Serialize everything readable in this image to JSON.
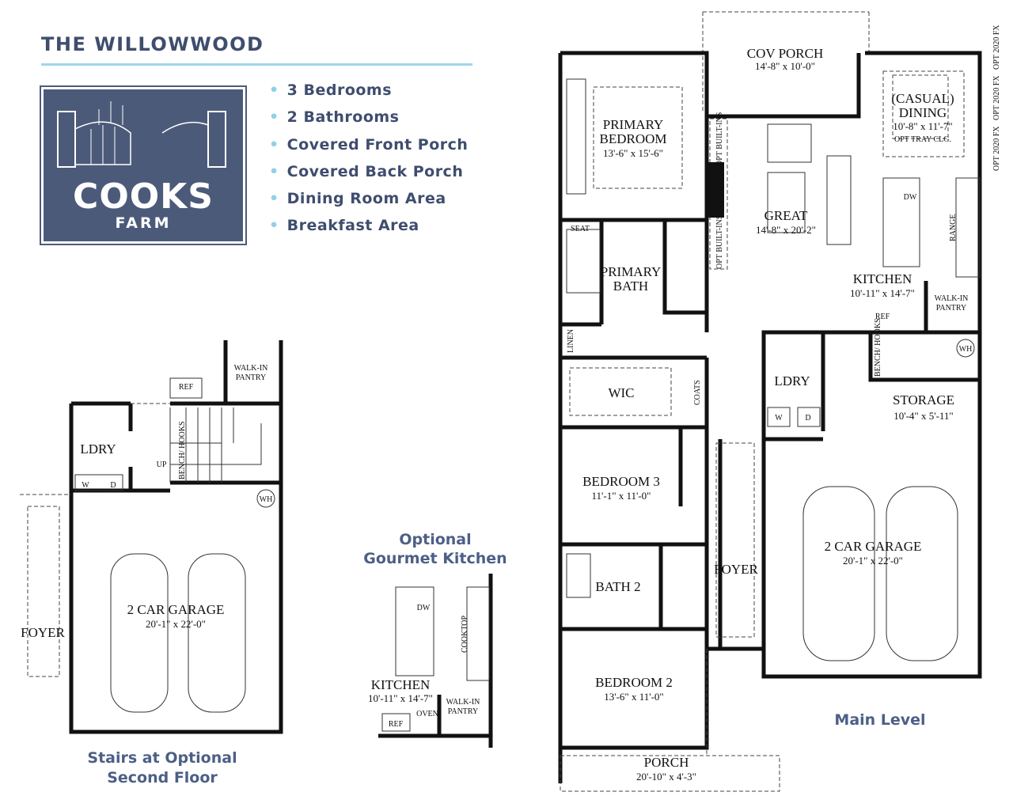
{
  "header": {
    "title": "THE WILLOWWOOD"
  },
  "logo": {
    "line1": "COOKS",
    "line2": "FARM"
  },
  "features": [
    "3 Bedrooms",
    "2 Bathrooms",
    "Covered Front Porch",
    "Covered Back Porch",
    "Dining Room Area",
    "Breakfast Area"
  ],
  "colors": {
    "navy": "#3f4d6e",
    "accent": "#8fd0ea",
    "logo_bg": "#4c5a7a"
  },
  "main_level": {
    "caption": "Main Level",
    "cov_porch": {
      "name": "COV PORCH",
      "dims": "14'-8\" x 10'-0\""
    },
    "primary_bedroom": {
      "name1": "PRIMARY",
      "name2": "BEDROOM",
      "dims": "13'-6\" x 15'-6\""
    },
    "casual_dining": {
      "name1": "(CASUAL)",
      "name2": "DINING",
      "dims": "10'-8\" x 11'-7\"",
      "note": "OPT TRAY CLG."
    },
    "opt_builtins": "OPT BUILT-INS",
    "opt_window": "OPT 2020 FX",
    "great": {
      "name": "GREAT",
      "dims": "14'-8\" x 20'-2\""
    },
    "primary_bath": {
      "name1": "PRIMARY",
      "name2": "BATH",
      "seat": "SEAT"
    },
    "kitchen": {
      "name": "KITCHEN",
      "dims": "10'-11\" x 14'-7\"",
      "dw": "DW",
      "range": "RANGE",
      "ref": "REF"
    },
    "walkin_pantry": {
      "name1": "WALK-IN",
      "name2": "PANTRY"
    },
    "linen": "LINEN",
    "wic": "WIC",
    "coats": "COATS",
    "ldry": {
      "name": "LDRY",
      "w": "W",
      "d": "D"
    },
    "wh": "WH",
    "bench_hooks": "BENCH/ HOOKS",
    "storage": {
      "name": "STORAGE",
      "dims": "10'-4\" x 5'-11\""
    },
    "bedroom3": {
      "name": "BEDROOM 3",
      "dims": "11'-1\" x 11'-0\""
    },
    "garage": {
      "name": "2 CAR GARAGE",
      "dims": "20'-1\" x 22'-0\""
    },
    "foyer": "FOYER",
    "bath2": "BATH 2",
    "bedroom2": {
      "name": "BEDROOM 2",
      "dims": "13'-6\" x 11'-0\""
    },
    "porch": {
      "name": "PORCH",
      "dims": "20'-10\" x 4'-3\""
    }
  },
  "stairs_option": {
    "caption1": "Stairs at Optional",
    "caption2": "Second Floor",
    "walkin_pantry1": "WALK-IN",
    "walkin_pantry2": "PANTRY",
    "ref": "REF",
    "bench_hooks": "BENCH/ HOOKS",
    "ldry": "LDRY",
    "w": "W",
    "d": "D",
    "up": "UP",
    "wh": "WH",
    "garage": {
      "name": "2 CAR GARAGE",
      "dims": "20'-1\" x 22'-0\""
    },
    "foyer": "FOYER"
  },
  "gourmet_option": {
    "caption1": "Optional",
    "caption2": "Gourmet Kitchen",
    "dw": "DW",
    "cooktop": "COOKTOP",
    "kitchen": {
      "name": "KITCHEN",
      "dims": "10'-11\" x 14'-7\""
    },
    "walkin_pantry1": "WALK-IN",
    "walkin_pantry2": "PANTRY",
    "oven": "OVEN",
    "ref": "REF"
  }
}
